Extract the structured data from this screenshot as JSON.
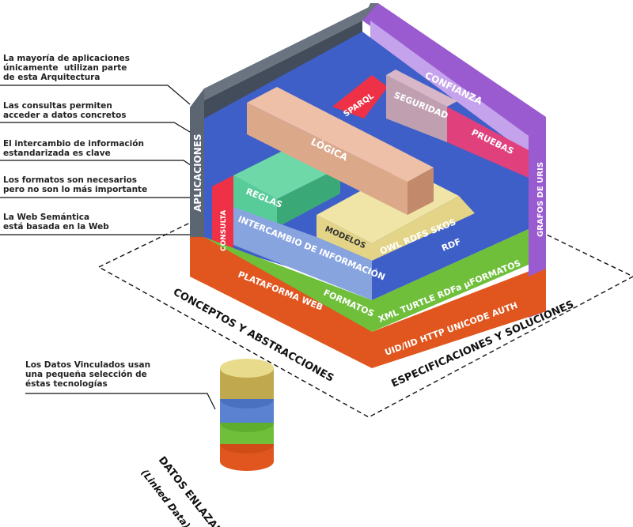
{
  "annotations": {
    "note1": "La mayoría de aplicaciones\núnicamente  utilizan parte\nde esta Arquitectura",
    "note2": "Las consultas permiten\nacceder a datos concretos",
    "note3": "El intercambio de información\nestandarizada es clave",
    "note4": "Los formatos son necesarios\npero no son lo más importante",
    "note5": "La Web Semántica\nestá basada en la Web",
    "note6": "Los Datos Vinculados usan\nuna pequeña selección de\néstas tecnologías"
  },
  "layers": {
    "aplicaciones": "APLICACIONES",
    "consulta": "CONSULTA",
    "reglas": "REGLAS",
    "logica": "LÓGICA",
    "intercambio": "INTERCAMBIO DE INFORMACIÓN",
    "modelos": "MODELOS",
    "plataforma": "PLATAFORMA WEB",
    "formatos": "FORMATOS",
    "sparql": "SPARQL",
    "seguridad": "SEGURIDAD",
    "confianza": "CONFIANZA",
    "pruebas": "PRUEBAS",
    "grafos": "GRAFOS DE URIS",
    "owl_rdfs_skos": "OWL  RDFS  SKOS",
    "rdf": "RDF",
    "xml": "XML TURTLE RDFa µFORMATOS",
    "uid": "UID/IID  HTTP  UNICODE  AUTH"
  },
  "axes": {
    "left": "CONCEPTOS Y ABSTRACCIONES",
    "right": "ESPECIFICACIONES Y SOLUCIONES"
  },
  "linked_data": {
    "title": "DATOS ENLAZADOS",
    "subtitle": "(Linked Data)"
  },
  "colors": {
    "gray": "#4f5a68",
    "orange": "#e0561e",
    "green": "#6fbf3b",
    "blue": "#3f5fc8",
    "light_blue": "#88a4df",
    "red": "#ee3146",
    "purple": "#9a5ad0",
    "lilac": "#c4a2ec",
    "pink": "#e0407c",
    "salmon": "#dba88a",
    "mint": "#58cc98",
    "khaki": "#e3d487"
  }
}
